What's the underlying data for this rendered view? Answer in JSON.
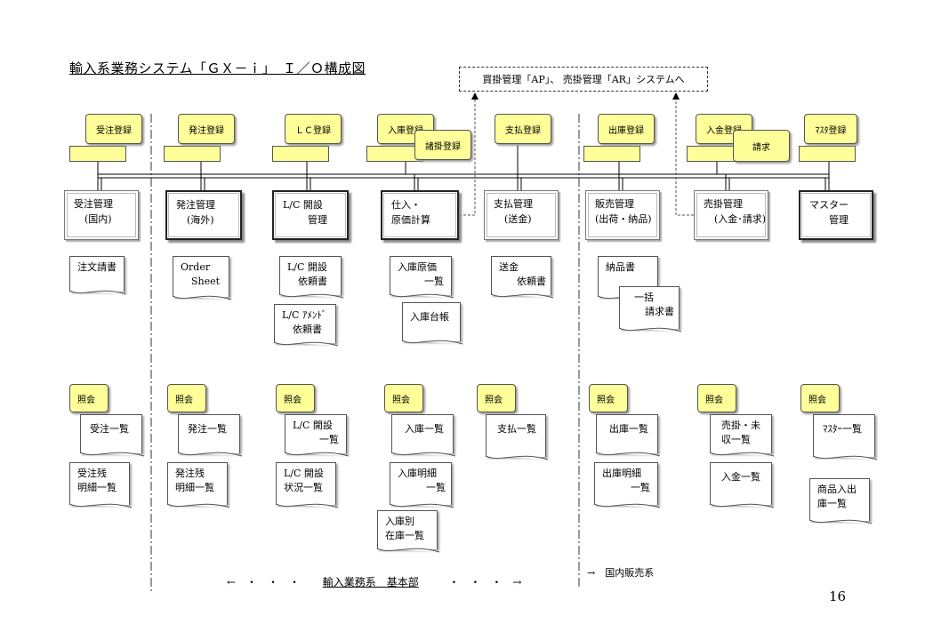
{
  "title": "輸入系業務システム「ＧＸ－ｉ」　Ｉ／Ｏ構成図",
  "external": "買掛管理「AP」、 売掛管理「AR」システムへ",
  "page_number": "16",
  "bottom": {
    "left_arrow": "←　・　・　・",
    "label": "輸入業務系　基本部",
    "right_arrow": "・　・　・　→"
  },
  "domestic": "→　国内販売系",
  "inputs": {
    "juchu": "受注登録",
    "hatchu": "発注登録",
    "lc": "ＬＣ登録",
    "nyuko": "入庫登録",
    "shokakari": "諸掛登録",
    "shiharai": "支払登録",
    "shukko": "出庫登録",
    "nyukin": "入金登録",
    "seikyu": "請求",
    "master": "ﾏｽﾀ登録"
  },
  "systems": {
    "juchu": {
      "l1": "受注管理",
      "l2": "(国内)"
    },
    "hatchu": {
      "l1": "発注管理",
      "l2": "(海外)"
    },
    "lc": {
      "l1": "L/C 開設",
      "l2": "管理"
    },
    "shiire": {
      "l1": "仕入・",
      "l2": "原価計算"
    },
    "shiharai": {
      "l1": "支払管理",
      "l2": "(送金)"
    },
    "hanbai": {
      "l1": "販売管理",
      "l2": "(出荷・納品)"
    },
    "urikake": {
      "l1": "売掛管理",
      "l2": "(入金･請求)"
    },
    "master": {
      "l1": "マスター",
      "l2": "管理"
    }
  },
  "reports": {
    "chumon": {
      "l1": "注文請書"
    },
    "order": {
      "l1": "Order",
      "l2": "Sheet"
    },
    "lc_irai": {
      "l1": "L/C 開設",
      "l2": "依頼書"
    },
    "lc_amend": {
      "l1": "L/C ｱﾒﾝﾄﾞ",
      "l2": "依頼書"
    },
    "nyuko_genka": {
      "l1": "入庫原価",
      "l2": "一覧"
    },
    "nyuko_daicho": {
      "l1": "入庫台帳"
    },
    "sokin": {
      "l1": "送金",
      "l2": "依頼書"
    },
    "nohin": {
      "l1": "納品書"
    },
    "ikkatsu": {
      "l1": "一括",
      "l2": "請求書"
    }
  },
  "inquiry_label": "照会",
  "inquiries": {
    "juchu_list": {
      "l1": "受注一覧"
    },
    "juchu_zan": {
      "l1": "受注残",
      "l2": "明細一覧"
    },
    "hatchu_list": {
      "l1": "発注一覧"
    },
    "hatchu_zan": {
      "l1": "発注残",
      "l2": "明細一覧"
    },
    "lc_list": {
      "l1": "L/C 開設",
      "l2": "一覧"
    },
    "lc_status": {
      "l1": "L/C 開設",
      "l2": "状況一覧"
    },
    "nyuko_list": {
      "l1": "入庫一覧"
    },
    "nyuko_meisai": {
      "l1": "入庫明細",
      "l2": "一覧"
    },
    "nyuko_zaiko": {
      "l1": "入庫別",
      "l2": "在庫一覧"
    },
    "shiharai_list": {
      "l1": "支払一覧"
    },
    "shukko_list": {
      "l1": "出庫一覧"
    },
    "shukko_meisai": {
      "l1": "出庫明細",
      "l2": "一覧"
    },
    "urikake_list": {
      "l1": "売掛・未",
      "l2": "収一覧"
    },
    "nyukin_list": {
      "l1": "入金一覧"
    },
    "master_list": {
      "l1": "ﾏｽﾀｰ一覧"
    },
    "shohin": {
      "l1": "商品入出",
      "l2": "庫一覧"
    }
  }
}
